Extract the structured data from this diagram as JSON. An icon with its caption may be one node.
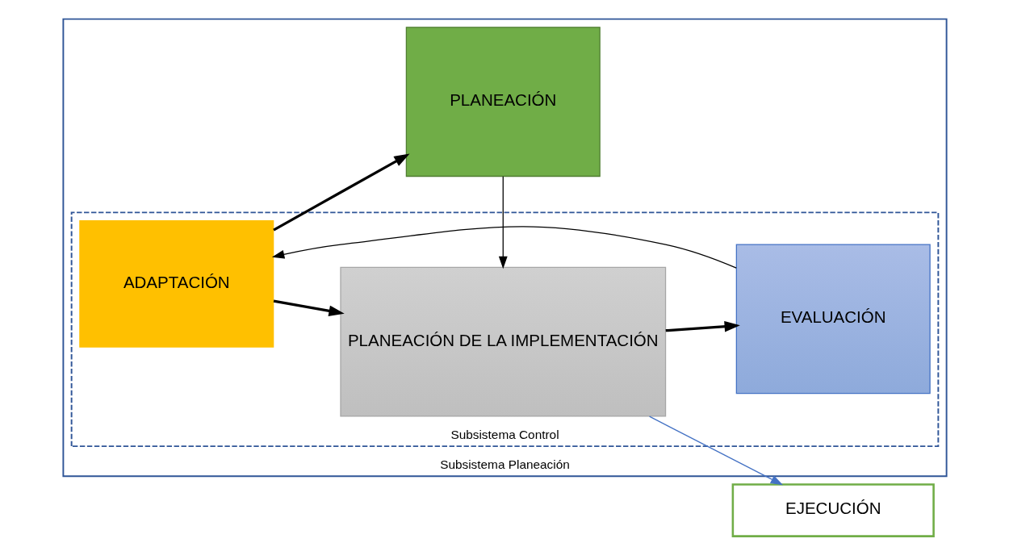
{
  "diagram": {
    "nodes": [
      {
        "text": [
          "Subsistema Planeación"
        ]
      },
      {
        "text": [
          "PLANEACIÓN"
        ],
        "in": 0
      },
      {
        "text": [
          "Subsistema Control"
        ],
        "in": 0
      },
      {
        "text": [
          "ADAPTACIÓN"
        ],
        "in": 2
      },
      {
        "text": [
          "PLANEACIÓN DE LA IMPLEMENTACIÓN"
        ],
        "in": 2
      },
      {
        "text": [
          "EVALUACIÓN"
        ],
        "in": 2
      },
      {
        "text": [
          "EJECUCIÓN"
        ]
      }
    ],
    "edges": [
      {
        "from": 3,
        "to": 1,
        "arrow": "to",
        "style": "thick"
      },
      {
        "from": 3,
        "to": 4,
        "arrow": "to",
        "style": "thick"
      },
      {
        "from": 1,
        "to": 4,
        "arrow": "to"
      },
      {
        "from": 4,
        "to": 5,
        "arrow": "to",
        "style": "thick"
      },
      {
        "from": 5,
        "to": 3,
        "arrow": "to"
      },
      {
        "from": 4,
        "to": 6,
        "arrow": "to",
        "color": "#4472c4"
      }
    ]
  }
}
